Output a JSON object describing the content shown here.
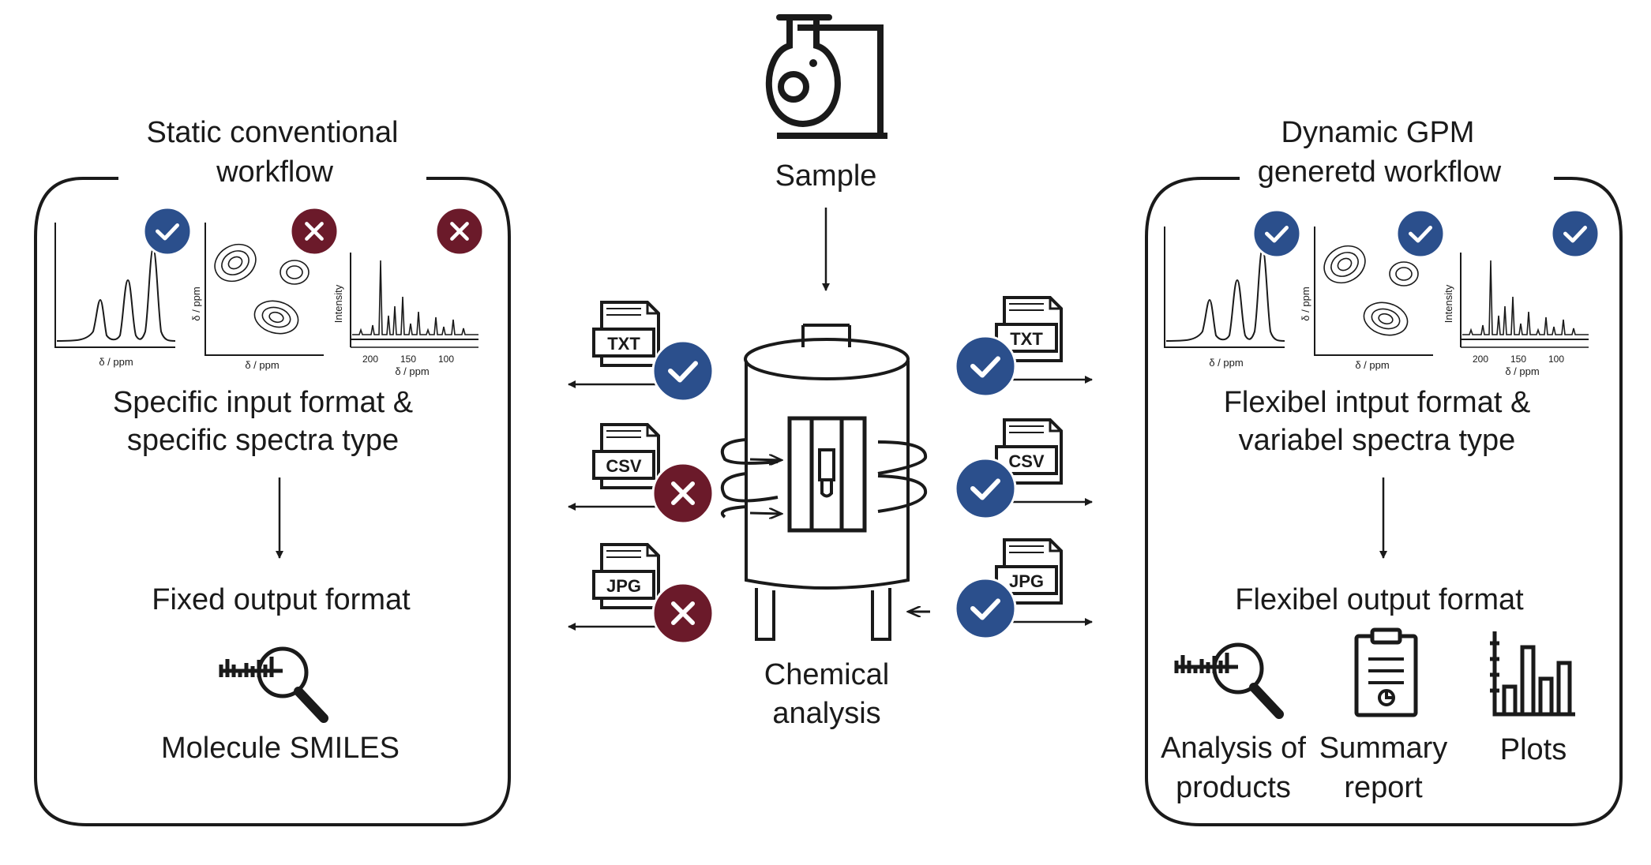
{
  "center": {
    "sample_label": "Sample",
    "analysis_label": [
      "Chemical",
      "analysis"
    ],
    "left_files": [
      {
        "ext": "TXT",
        "status": "check"
      },
      {
        "ext": "CSV",
        "status": "cross"
      },
      {
        "ext": "JPG",
        "status": "cross"
      }
    ],
    "right_files": [
      {
        "ext": "TXT",
        "status": "check"
      },
      {
        "ext": "CSV",
        "status": "check"
      },
      {
        "ext": "JPG",
        "status": "check"
      }
    ]
  },
  "left_panel": {
    "title": [
      "Static conventional",
      "workflow"
    ],
    "input_text": [
      "Specific input format &",
      "specific spectra type"
    ],
    "output_title": "Fixed output format",
    "output_item": "Molecule SMILES",
    "spectra_status": [
      "check",
      "cross",
      "cross"
    ]
  },
  "right_panel": {
    "title": [
      "Dynamic GPM",
      "generetd workflow"
    ],
    "input_text": [
      "Flexibel intput format &",
      "variabel spectra type"
    ],
    "output_title": "Flexibel output format",
    "outputs": [
      {
        "label": [
          "Analysis of",
          "products"
        ],
        "icon": "molecule-search-icon"
      },
      {
        "label": [
          "Summary",
          "report"
        ],
        "icon": "clipboard-report-icon"
      },
      {
        "label": [
          "Plots"
        ],
        "icon": "bar-chart-icon"
      }
    ],
    "spectra_status": [
      "check",
      "check",
      "check"
    ]
  },
  "spectra": {
    "axis_label": "δ / ppm",
    "intensity_label": "Intensity",
    "ticks": [
      "200",
      "150",
      "100"
    ]
  },
  "colors": {
    "check": "#2b4f8c",
    "cross": "#6b1a2a",
    "line": "#1a1a1a"
  }
}
